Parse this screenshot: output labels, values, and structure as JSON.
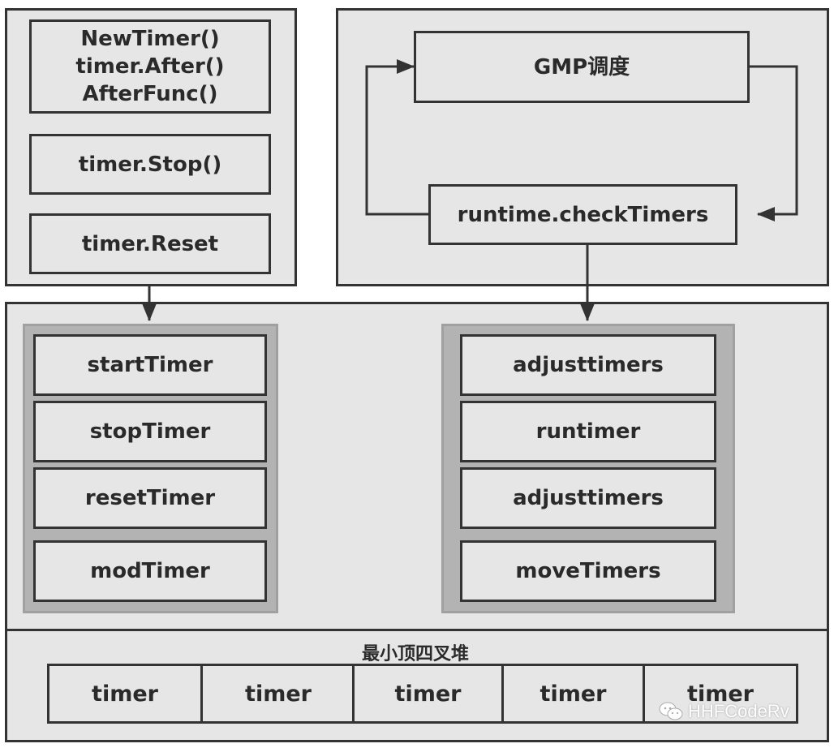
{
  "api_panel": {
    "items": [
      "NewTimer()\ntimer.After()\nAfterFunc()",
      "timer.Stop()",
      "timer.Reset"
    ]
  },
  "scheduler_panel": {
    "gmp_label": "GMP调度",
    "check_label": "runtime.checkTimers"
  },
  "internal_left": [
    "startTimer",
    "stopTimer",
    "resetTimer",
    "modTimer"
  ],
  "internal_right": [
    "adjusttimers",
    "runtimer",
    "adjusttimers",
    "moveTimers"
  ],
  "heap": {
    "title": "最小顶四叉堆",
    "cells": [
      "timer",
      "timer",
      "timer",
      "timer",
      "timer"
    ]
  },
  "watermark": {
    "text": "HHFCodeRv",
    "icon": "wechat-icon"
  },
  "colors": {
    "box_fill": "#e6e6e6",
    "border": "#333333",
    "group_fill": "#b3b3b3"
  }
}
